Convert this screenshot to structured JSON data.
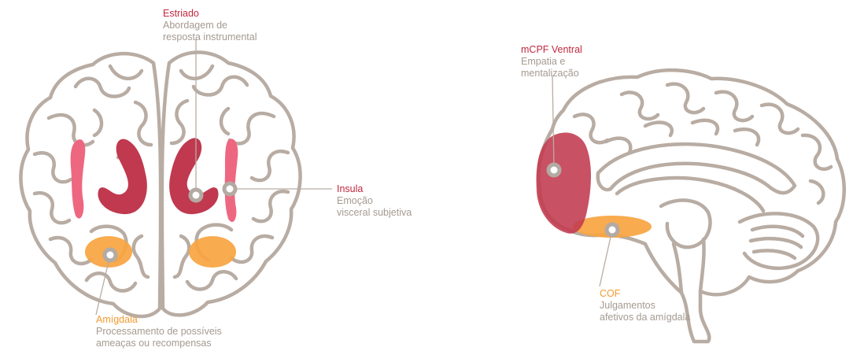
{
  "colors": {
    "outline": "#b8aca3",
    "striatum": "#c0394f",
    "insula": "#ee6781",
    "amygdala": "#f7a440",
    "vmpfc": "#c2394f",
    "ofc": "#f7a440",
    "label_red": "#c0283e",
    "label_orange": "#f29a30",
    "desc_gray": "#a59a90"
  },
  "labels": {
    "estriado": {
      "title": "Estriado",
      "desc1": "Abordagem de",
      "desc2": "resposta instrumental"
    },
    "insula": {
      "title": "Insula",
      "desc1": "Emoção",
      "desc2": "visceral subjetiva"
    },
    "amigdala": {
      "title": "Amígdala",
      "desc1": "Processamento de possíveis",
      "desc2": "ameaças ou recompensas"
    },
    "mcpf": {
      "title": "mCPF Ventral",
      "desc1": "Empatia e",
      "desc2": "mentalização"
    },
    "cof": {
      "title": "COF",
      "desc1": "Julgamentos",
      "desc2": "afetivos da amígdala"
    }
  }
}
